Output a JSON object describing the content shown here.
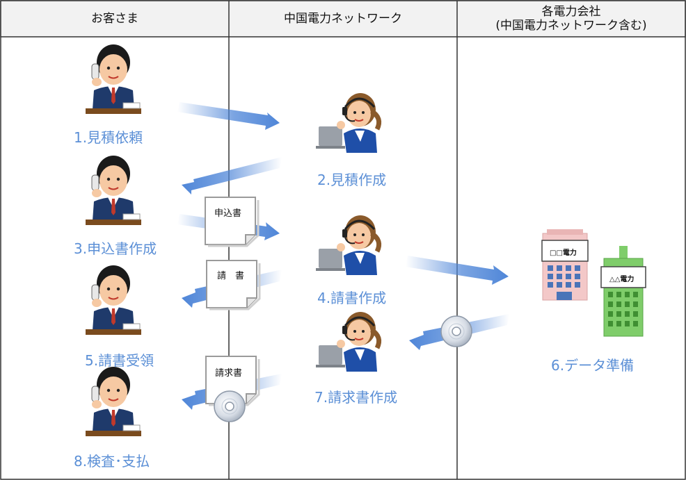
{
  "headers": {
    "customer": "お客さま",
    "network": "中国電力ネットワーク",
    "companies_line1": "各電力会社",
    "companies_line2": "(中国電力ネットワーク含む)"
  },
  "steps": {
    "s1": "1.見積依頼",
    "s2": "2.見積作成",
    "s3": "3.申込書作成",
    "s4": "4.請書作成",
    "s5": "5.請書受領",
    "s6": "6.データ準備",
    "s7": "7.請求書作成",
    "s8": "8.検査･支払"
  },
  "documents": {
    "application": "申込書",
    "acceptance": "請　書",
    "invoice": "請求書"
  },
  "buildings": {
    "company_a": "□□電力",
    "company_b": "△△電力"
  },
  "colors": {
    "step_text": "#5b8fd6",
    "arrow": "#4f86d8",
    "header_bg": "#f2f2f2",
    "building_pink": "#f3c8c8",
    "building_green": "#7fcd6a"
  },
  "icons": [
    "customer-phone-icon",
    "operator-headset-icon",
    "document-icon",
    "disc-icon",
    "building-icon"
  ]
}
